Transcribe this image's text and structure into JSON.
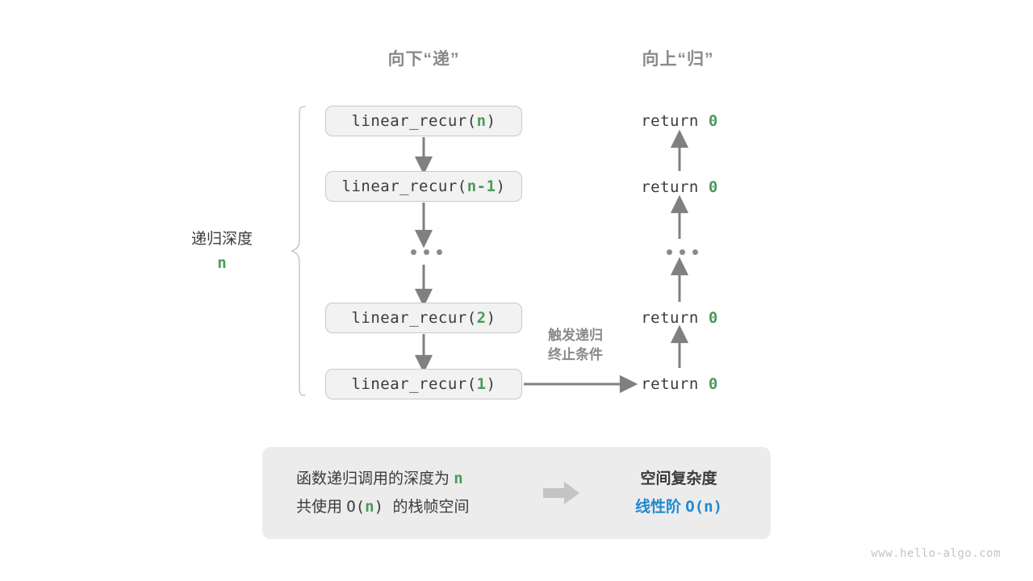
{
  "headers": {
    "down": "向下“递”",
    "up": "向上“归”"
  },
  "call_stack": {
    "frames": [
      {
        "name": "linear_recur(",
        "arg": "n",
        "close": ")"
      },
      {
        "name": "linear_recur(",
        "arg": "n-1",
        "close": ")"
      },
      {
        "name": "linear_recur(",
        "arg": "2",
        "close": ")"
      },
      {
        "name": "linear_recur(",
        "arg": "1",
        "close": ")"
      }
    ],
    "ellipsis": "..."
  },
  "returns": {
    "keyword": "return",
    "value": "0",
    "items": [
      {
        "keyword": "return",
        "value": "0"
      },
      {
        "keyword": "return",
        "value": "0"
      },
      {
        "keyword": "return",
        "value": "0"
      },
      {
        "keyword": "return",
        "value": "0"
      }
    ]
  },
  "depth": {
    "label": "递归深度",
    "variable": "n"
  },
  "trigger": {
    "line1": "触发递归",
    "line2": "终止条件"
  },
  "summary": {
    "left_line1_pre": "函数递归调用的深度为 ",
    "left_line1_var": "n",
    "left_line2_pre": "共使用 ",
    "left_line2_mid": "O(",
    "left_line2_var": "n",
    "left_line2_post": ") ",
    "left_line2_tail": "的栈帧空间",
    "right_title": "空间复杂度",
    "right_value_label": "线性阶 ",
    "right_value_mono": "O(n)"
  },
  "watermark": "www.hello-algo.com",
  "colors": {
    "green": "#4a9a5a",
    "blue": "#1f8ad0",
    "gray_text": "#3b3b3b",
    "gray_muted": "#8a8a8a",
    "arrow": "#808080",
    "box_fill": "#f2f2f2",
    "box_border": "#c9c9c9",
    "panel_fill": "#ececec",
    "brace": "#c9c9c9"
  }
}
